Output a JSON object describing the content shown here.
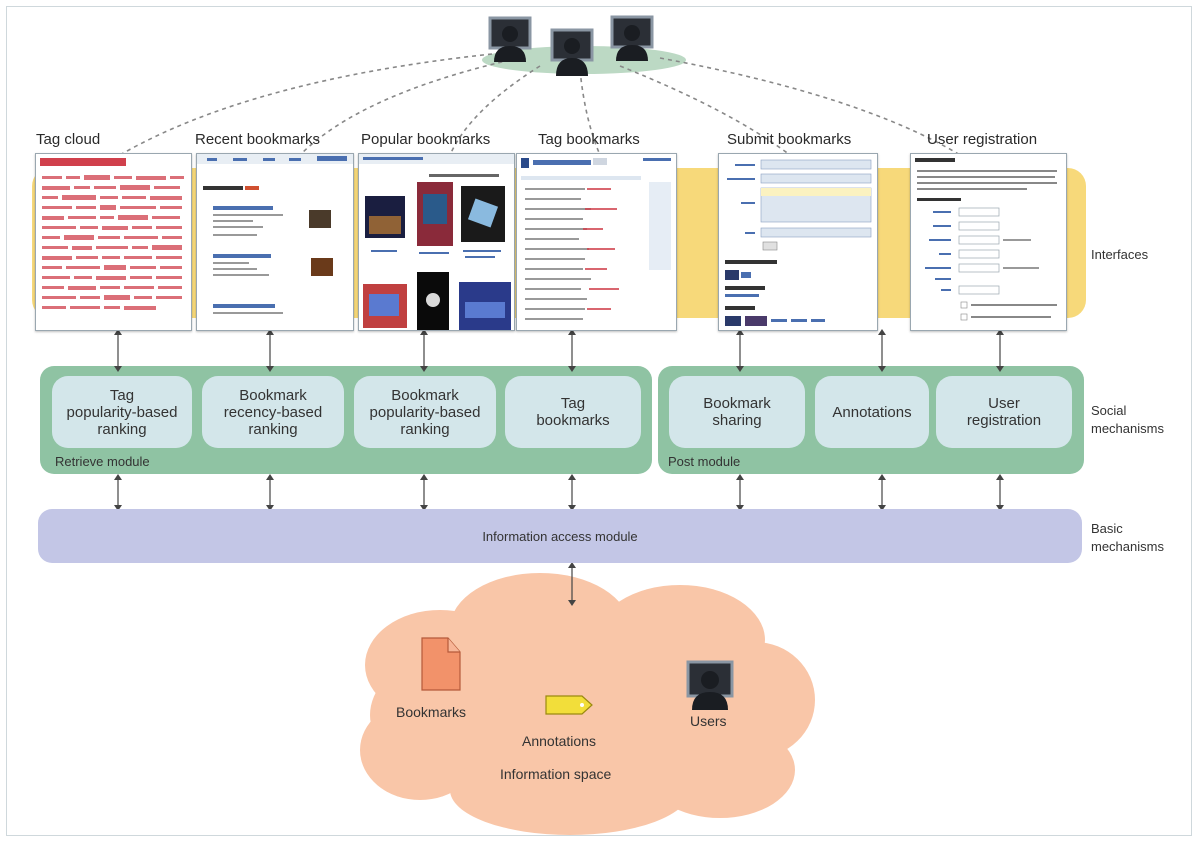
{
  "interfaces": {
    "titles": [
      "Tag cloud",
      "Recent bookmarks",
      "Popular bookmarks",
      "Tag bookmarks",
      "Submit bookmarks",
      "User registration"
    ]
  },
  "social_mechanisms": {
    "retrieve": [
      "Tag\npopularity-based\nranking",
      "Bookmark\nrecency-based\nranking",
      "Bookmark\npopularity-based\nranking",
      "Tag\nbookmarks"
    ],
    "post": [
      "Bookmark\nsharing",
      "Annotations",
      "User\nregistration"
    ],
    "retrieve_module_label": "Retrieve module",
    "post_module_label": "Post module"
  },
  "basic_mechanisms": {
    "info_access": "Information access module"
  },
  "layer_labels": {
    "interfaces": "Interfaces",
    "social": "Social\nmechanisms",
    "basic": "Basic\nmechanisms"
  },
  "information_space": {
    "bookmarks": "Bookmarks",
    "annotations": "Annotations",
    "users": "Users",
    "title": "Information space"
  },
  "colors": {
    "interfaces_band": "#f7d97a",
    "social_band": "#8fc3a3",
    "mechanism_box": "#d3e6ea",
    "info_bar": "#c3c6e6",
    "cloud": "#f9c6a8",
    "bookmark_doc": "#f2926a",
    "annotation_tag": "#f2de3a",
    "tag_red": "#d0404c"
  }
}
